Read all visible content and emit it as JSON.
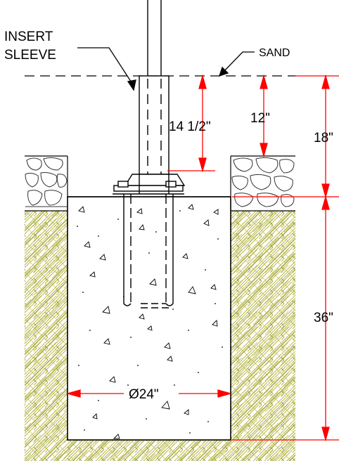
{
  "labels": {
    "insert_sleeve_line1": "INSERT",
    "insert_sleeve_line2": "SLEEVE",
    "sand": "SAND",
    "dim_14_5": "14 1/2\"",
    "dim_12": "12\"",
    "dim_18": "18\"",
    "dim_36": "36\"",
    "diameter": "Ø24\""
  },
  "colors": {
    "line": "#000000",
    "dimension": "#ff0000",
    "soil_hatch": "#b8b84a",
    "stone": "#333333"
  }
}
